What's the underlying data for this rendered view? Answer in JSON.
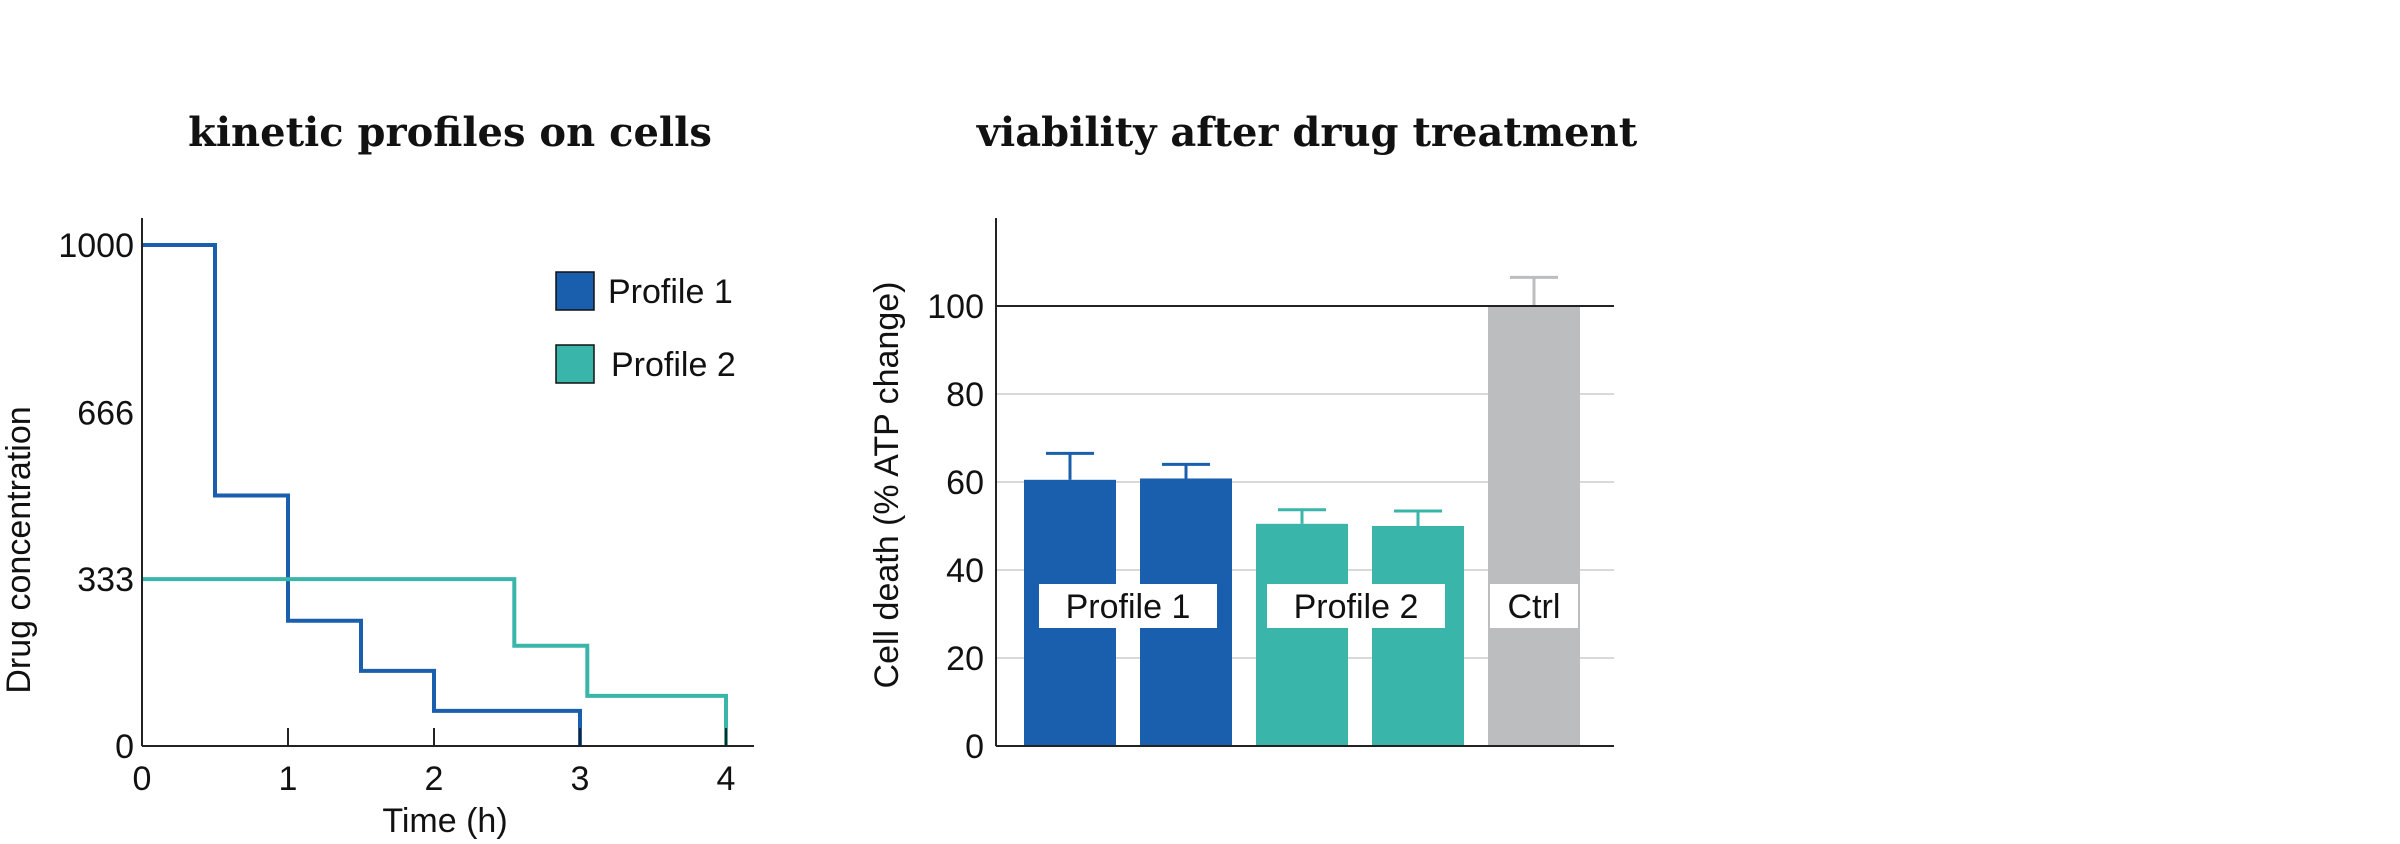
{
  "colors": {
    "profile1": "#1a5fad",
    "profile2": "#3ab5aa",
    "ctrl": "#bcbdbf",
    "axis": "#222222",
    "grid": "#d9d9d9"
  },
  "chart_data": [
    {
      "type": "line",
      "title": "kinetic profiles on cells",
      "xlabel": "Time (h)",
      "ylabel": "Drug concentration",
      "xlim": [
        0,
        4.2
      ],
      "ylim": [
        0,
        1000
      ],
      "xticks": [
        "0",
        "1",
        "2",
        "3",
        "4"
      ],
      "yticks": [
        "0",
        "333",
        "666",
        "1000"
      ],
      "legend_position": "top-right",
      "series": [
        {
          "name": "Profile 1",
          "color": "#1a5fad",
          "x": [
            0,
            0.5,
            0.5,
            1,
            1,
            1.5,
            1.5,
            2,
            2,
            3,
            3
          ],
          "y": [
            1000,
            1000,
            500,
            500,
            250,
            250,
            150,
            150,
            70,
            70,
            0
          ]
        },
        {
          "name": "Profile 2",
          "color": "#3ab5aa",
          "x": [
            0,
            2.55,
            2.55,
            3.05,
            3.05,
            4,
            4
          ],
          "y": [
            333,
            333,
            200,
            200,
            100,
            100,
            0
          ]
        }
      ]
    },
    {
      "type": "bar",
      "title": "viability after drug treatment",
      "ylabel": "Cell death (% ATP change)",
      "ylim": [
        0,
        120
      ],
      "yticks": [
        "0",
        "20",
        "40",
        "60",
        "80",
        "100"
      ],
      "grid": true,
      "reference_line": 100,
      "bars": [
        {
          "group": "Profile 1",
          "value": 60.5,
          "error": 6,
          "color": "#1a5fad"
        },
        {
          "group": "Profile 1",
          "value": 60.8,
          "error": 3.2,
          "color": "#1a5fad"
        },
        {
          "group": "Profile 2",
          "value": 50.5,
          "error": 3.2,
          "color": "#3ab5aa"
        },
        {
          "group": "Profile 2",
          "value": 50,
          "error": 3.4,
          "color": "#3ab5aa"
        },
        {
          "group": "Ctrl",
          "value": 100,
          "error": 6.5,
          "color": "#bcbdbf"
        }
      ],
      "group_labels": [
        "Profile 1",
        "Profile 2",
        "Ctrl"
      ]
    }
  ]
}
